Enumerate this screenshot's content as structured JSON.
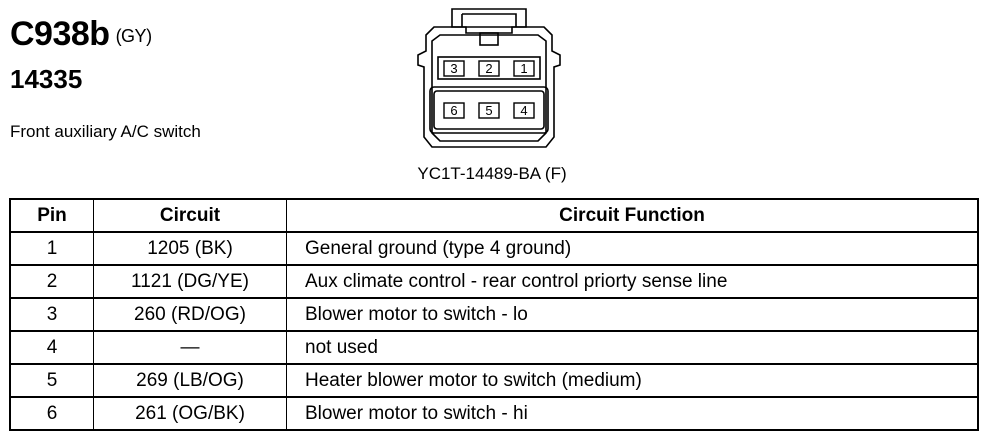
{
  "header": {
    "connector_id": "C938b",
    "color_code": "(GY)",
    "part_number": "14335",
    "description": "Front auxiliary A/C switch"
  },
  "connector": {
    "part_label": "YC1T-14489-BA (F)",
    "top_row": [
      "3",
      "2",
      "1"
    ],
    "bottom_row": [
      "6",
      "5",
      "4"
    ]
  },
  "table": {
    "headers": {
      "pin": "Pin",
      "circuit": "Circuit",
      "function": "Circuit Function"
    },
    "rows": [
      {
        "pin": "1",
        "circuit": "1205 (BK)",
        "function": "General ground (type 4 ground)"
      },
      {
        "pin": "2",
        "circuit": "1121 (DG/YE)",
        "function": "Aux climate control - rear control priorty sense line"
      },
      {
        "pin": "3",
        "circuit": "260 (RD/OG)",
        "function": "Blower motor to switch - lo"
      },
      {
        "pin": "4",
        "circuit": "—",
        "function": "not used"
      },
      {
        "pin": "5",
        "circuit": "269 (LB/OG)",
        "function": "Heater blower motor to switch (medium)"
      },
      {
        "pin": "6",
        "circuit": "261 (OG/BK)",
        "function": "Blower motor to switch - hi"
      }
    ]
  }
}
